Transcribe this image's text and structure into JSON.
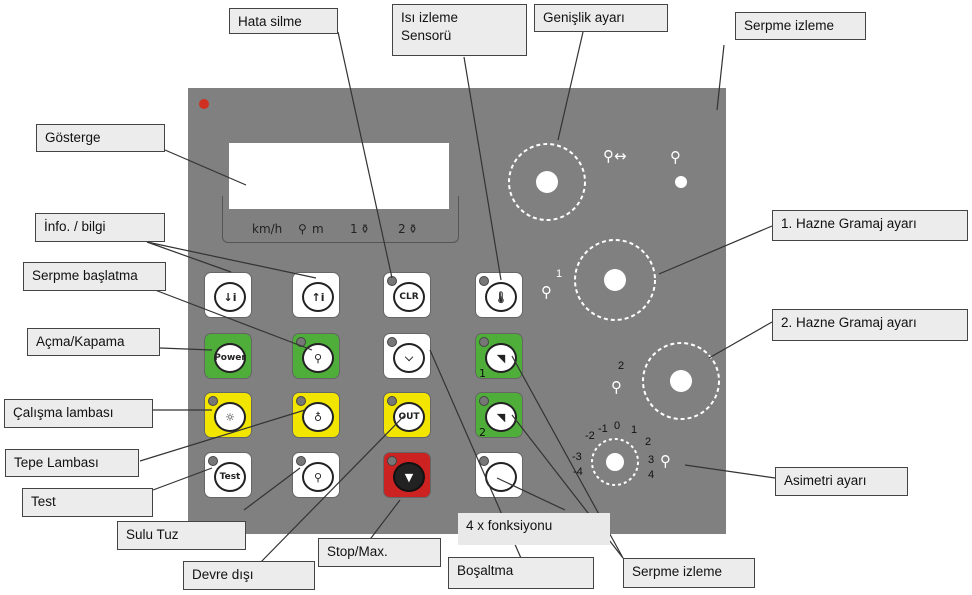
{
  "labels": {
    "hata_silme": "Hata silme",
    "isi_izleme": "Isı izleme\nSensorü",
    "genislik": "Genişlik ayarı",
    "serpme_izleme_top": "Serpme izleme",
    "gosterge": "Gösterge",
    "info": "İnfo. / bilgi",
    "serpme_baslatma": "Serpme başlatma",
    "acma_kapama": "Açma/Kapama",
    "calisma_lambasi": "Çalışma lambası",
    "tepe_lambasi": "Tepe Lambası",
    "test": "Test",
    "sulu_tuz": "Sulu Tuz",
    "devre_disi": "Devre dışı",
    "stop_max": "Stop/Max.",
    "bosaltma": "Boşaltma",
    "dort_fonksiyon": "4 x fonksiyonu",
    "serpme_izleme_bottom": "Serpme izleme",
    "hazne1": "1. Hazne Gramaj ayarı",
    "hazne2": "2. Hazne Gramaj ayarı",
    "asimetri": "Asimetri ayarı"
  },
  "display": {
    "units": [
      "km/h",
      "m",
      "1",
      "2"
    ]
  },
  "buttons": {
    "info_down": "↓i",
    "info_up": "↑i",
    "clr": "CLR",
    "power": "Power",
    "out": "OUT",
    "test": "Test",
    "row2_num": "1",
    "row3_num": "2"
  },
  "knobs": {
    "hazne1_num": "1",
    "hazne2_num": "2",
    "asym_scale": [
      "-2",
      "-1",
      "0",
      "1",
      "2",
      "-3",
      "3",
      "-4",
      "4"
    ]
  },
  "colors": {
    "panel": "#808080",
    "green": "#4fae3a",
    "yellow": "#f2e600",
    "red": "#cc2222"
  }
}
